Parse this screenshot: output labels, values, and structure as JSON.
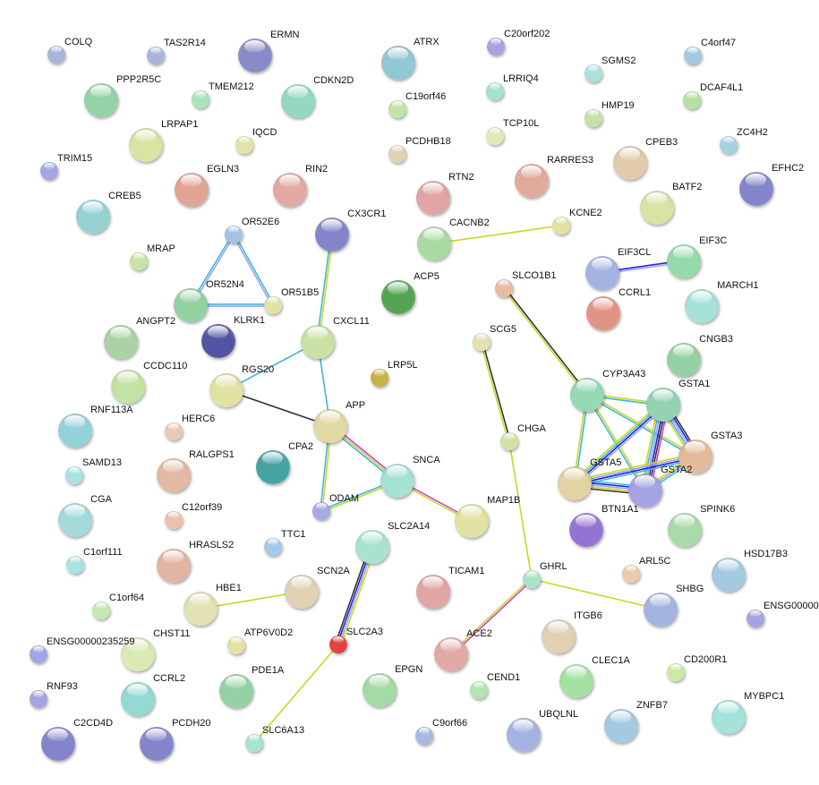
{
  "nodes": [
    {
      "id": "COLQ",
      "label": "COLQ",
      "color": "#a6b6d8"
    },
    {
      "id": "TAS2R14",
      "label": "TAS2R14",
      "color": "#a6b6d8"
    },
    {
      "id": "ERMN",
      "label": "ERMN",
      "color": "#8a8ac8"
    },
    {
      "id": "ATRX",
      "label": "ATRX",
      "color": "#90c8d4"
    },
    {
      "id": "C20orf202",
      "label": "C20orf202",
      "color": "#a4a4e0"
    },
    {
      "id": "C4orf47",
      "label": "C4orf47",
      "color": "#a4c8e2"
    },
    {
      "id": "PPP2R5C",
      "label": "PPP2R5C",
      "color": "#94d2a8"
    },
    {
      "id": "TMEM212",
      "label": "TMEM212",
      "color": "#aae2ba"
    },
    {
      "id": "CDKN2D",
      "label": "CDKN2D",
      "color": "#94d8c0"
    },
    {
      "id": "C19orf46",
      "label": "C19orf46",
      "color": "#c4e2a4"
    },
    {
      "id": "LRRIQ4",
      "label": "LRRIQ4",
      "color": "#a4e2ca"
    },
    {
      "id": "SGMS2",
      "label": "SGMS2",
      "color": "#aae2da"
    },
    {
      "id": "DCAF4L1",
      "label": "DCAF4L1",
      "color": "#b4e2a4"
    },
    {
      "id": "HMP19",
      "label": "HMP19",
      "color": "#c4e2a4"
    },
    {
      "id": "LRPAP1",
      "label": "LRPAP1",
      "color": "#dae2a4"
    },
    {
      "id": "IQCD",
      "label": "IQCD",
      "color": "#e2e2aa"
    },
    {
      "id": "TCP10L",
      "label": "TCP10L",
      "color": "#e2eab4"
    },
    {
      "id": "PCDHB18",
      "label": "PCDHB18",
      "color": "#e2d2b4"
    },
    {
      "id": "ZC4H2",
      "label": "ZC4H2",
      "color": "#a4d2e2"
    },
    {
      "id": "TRIM15",
      "label": "TRIM15",
      "color": "#a4a4e2"
    },
    {
      "id": "EGLN3",
      "label": "EGLN3",
      "color": "#e2a494"
    },
    {
      "id": "RIN2",
      "label": "RIN2",
      "color": "#e2aaa2"
    },
    {
      "id": "RTN2",
      "label": "RTN2",
      "color": "#e2a4a4"
    },
    {
      "id": "RARRES3",
      "label": "RARRES3",
      "color": "#e2aa9a"
    },
    {
      "id": "CPEB3",
      "label": "CPEB3",
      "color": "#e2caaa"
    },
    {
      "id": "EFHC2",
      "label": "EFHC2",
      "color": "#8484ca"
    },
    {
      "id": "CREB5",
      "label": "CREB5",
      "color": "#94d2d2"
    },
    {
      "id": "BATF2",
      "label": "BATF2",
      "color": "#dae2a4"
    },
    {
      "id": "CX3CR1",
      "label": "CX3CR1",
      "color": "#8484ca"
    },
    {
      "id": "OR52E6",
      "label": "OR52E6",
      "color": "#a4c2e2"
    },
    {
      "id": "CACNB2",
      "label": "CACNB2",
      "color": "#aadaa4"
    },
    {
      "id": "KCNE2",
      "label": "KCNE2",
      "color": "#e2e2a4"
    },
    {
      "id": "MRAP",
      "label": "MRAP",
      "color": "#cae2a4"
    },
    {
      "id": "EIF3CL",
      "label": "EIF3CL",
      "color": "#a4b4e2"
    },
    {
      "id": "EIF3C",
      "label": "EIF3C",
      "color": "#94daaa"
    },
    {
      "id": "ACP5",
      "label": "ACP5",
      "color": "#54a454"
    },
    {
      "id": "SLCO1B1",
      "label": "SLCO1B1",
      "color": "#eabaa4"
    },
    {
      "id": "OR52N4",
      "label": "OR52N4",
      "color": "#94d2a4"
    },
    {
      "id": "OR51B5",
      "label": "OR51B5",
      "color": "#e2e2a4"
    },
    {
      "id": "MARCH1",
      "label": "MARCH1",
      "color": "#a4e2da"
    },
    {
      "id": "CCRL1",
      "label": "CCRL1",
      "color": "#e29484"
    },
    {
      "id": "KLRK1",
      "label": "KLRK1",
      "color": "#5454a4"
    },
    {
      "id": "ANGPT2",
      "label": "ANGPT2",
      "color": "#aad2a4"
    },
    {
      "id": "CXCL11",
      "label": "CXCL11",
      "color": "#cae2a4"
    },
    {
      "id": "SCG5",
      "label": "SCG5",
      "color": "#e2e2b4"
    },
    {
      "id": "CNGB3",
      "label": "CNGB3",
      "color": "#94d2a4"
    },
    {
      "id": "LRP5L",
      "label": "LRP5L",
      "color": "#c4b444"
    },
    {
      "id": "RGS20",
      "label": "RGS20",
      "color": "#e2e2a4"
    },
    {
      "id": "CCDC110",
      "label": "CCDC110",
      "color": "#c4e2a4"
    },
    {
      "id": "CYP3A43",
      "label": "CYP3A43",
      "color": "#94dab4"
    },
    {
      "id": "GSTA1",
      "label": "GSTA1",
      "color": "#94d2b4"
    },
    {
      "id": "RNF113A",
      "label": "RNF113A",
      "color": "#94d2da"
    },
    {
      "id": "HERC6",
      "label": "HERC6",
      "color": "#eacab4"
    },
    {
      "id": "APP",
      "label": "APP",
      "color": "#e2daa4"
    },
    {
      "id": "CHGA",
      "label": "CHGA",
      "color": "#d2e2a4"
    },
    {
      "id": "GSTA3",
      "label": "GSTA3",
      "color": "#e2ba9a"
    },
    {
      "id": "CPA2",
      "label": "CPA2",
      "color": "#44a4a4"
    },
    {
      "id": "SAMD13",
      "label": "SAMD13",
      "color": "#aae2e2"
    },
    {
      "id": "RALGPS1",
      "label": "RALGPS1",
      "color": "#e2baa4"
    },
    {
      "id": "SNCA",
      "label": "SNCA",
      "color": "#a4e2d2"
    },
    {
      "id": "GSTA5",
      "label": "GSTA5",
      "color": "#e2d2a4"
    },
    {
      "id": "GSTA2",
      "label": "GSTA2",
      "color": "#a4a4e2"
    },
    {
      "id": "CGA",
      "label": "CGA",
      "color": "#a4dada"
    },
    {
      "id": "ODAM",
      "label": "ODAM",
      "color": "#a4aae2"
    },
    {
      "id": "MAP1B",
      "label": "MAP1B",
      "color": "#e2e2a4"
    },
    {
      "id": "BTN1A1",
      "label": "BTN1A1",
      "color": "#9474d2"
    },
    {
      "id": "SPINK6",
      "label": "SPINK6",
      "color": "#aadaaa"
    },
    {
      "id": "C12orf39",
      "label": "C12orf39",
      "color": "#eac2aa"
    },
    {
      "id": "TTC1",
      "label": "TTC1",
      "color": "#a4cae8"
    },
    {
      "id": "SLC2A14",
      "label": "SLC2A14",
      "color": "#aae2d2"
    },
    {
      "id": "C1orf111",
      "label": "C1orf111",
      "color": "#aae2e2"
    },
    {
      "id": "HRASLS2",
      "label": "HRASLS2",
      "color": "#e2b4a4"
    },
    {
      "id": "TICAM1",
      "label": "TICAM1",
      "color": "#e2a4a4"
    },
    {
      "id": "GHRL",
      "label": "GHRL",
      "color": "#aae2ca"
    },
    {
      "id": "ARL5C",
      "label": "ARL5C",
      "color": "#eacaaa"
    },
    {
      "id": "HSD17B3",
      "label": "HSD17B3",
      "color": "#a4cae2"
    },
    {
      "id": "SCN2A",
      "label": "SCN2A",
      "color": "#e2d2b4"
    },
    {
      "id": "HBE1",
      "label": "HBE1",
      "color": "#e2e2b4"
    },
    {
      "id": "C1orf64",
      "label": "C1orf64",
      "color": "#c4eab4"
    },
    {
      "id": "ENSG00000",
      "label": "ENSG00000",
      "color": "#a4a4e2"
    },
    {
      "id": "SHBG",
      "label": "SHBG",
      "color": "#a4b4e2"
    },
    {
      "id": "ITGB6",
      "label": "ITGB6",
      "color": "#e2d2b4"
    },
    {
      "id": "ATP6V0D2",
      "label": "ATP6V0D2",
      "color": "#e2e2a4"
    },
    {
      "id": "SLC2A3",
      "label": "SLC2A3",
      "color": "#e24444"
    },
    {
      "id": "ENSG00000235259",
      "label": "ENSG00000235259",
      "color": "#a4a4e2"
    },
    {
      "id": "CHST11",
      "label": "CHST11",
      "color": "#daeab4"
    },
    {
      "id": "ACE2",
      "label": "ACE2",
      "color": "#e2aaa4"
    },
    {
      "id": "CLEC1A",
      "label": "CLEC1A",
      "color": "#a4e2a4"
    },
    {
      "id": "CD200R1",
      "label": "CD200R1",
      "color": "#caeaa4"
    },
    {
      "id": "CCRL2",
      "label": "CCRL2",
      "color": "#94dad2"
    },
    {
      "id": "RNF93",
      "label": "RNF93",
      "color": "#a4a4e2"
    },
    {
      "id": "PDE1A",
      "label": "PDE1A",
      "color": "#94d2a4"
    },
    {
      "id": "EPGN",
      "label": "EPGN",
      "color": "#a4daa4"
    },
    {
      "id": "CEND1",
      "label": "CEND1",
      "color": "#b4e2b4"
    },
    {
      "id": "MYBPC1",
      "label": "MYBPC1",
      "color": "#a4e2da"
    },
    {
      "id": "UBQLNL",
      "label": "UBQLNL",
      "color": "#a4b4e2"
    },
    {
      "id": "ZNFB7",
      "label": "ZNFB7",
      "color": "#a4cae2"
    },
    {
      "id": "C2CD4D",
      "label": "C2CD4D",
      "color": "#8484ca"
    },
    {
      "id": "PCDH20",
      "label": "PCDH20",
      "color": "#8484ca"
    },
    {
      "id": "SLC6A13",
      "label": "SLC6A13",
      "color": "#aae2d2"
    },
    {
      "id": "C9orf66",
      "label": "C9orf66",
      "color": "#a4bae2"
    }
  ],
  "edge_colors": {
    "textmining": "#c8d820",
    "database": "#3cb8d8",
    "coexpression": "#333333",
    "experiments": "#d040d0",
    "homology": "#a0a0f0",
    "fusion": "#2020e0"
  },
  "edges": [
    {
      "a": "OR52E6",
      "b": "OR52N4",
      "types": [
        "homology",
        "database"
      ]
    },
    {
      "a": "OR52E6",
      "b": "OR51B5",
      "types": [
        "database",
        "homology"
      ]
    },
    {
      "a": "OR52N4",
      "b": "OR51B5",
      "types": [
        "database",
        "homology"
      ]
    },
    {
      "a": "CX3CR1",
      "b": "CXCL11",
      "types": [
        "textmining",
        "database"
      ]
    },
    {
      "a": "CXCL11",
      "b": "RGS20",
      "types": [
        "database"
      ]
    },
    {
      "a": "CXCL11",
      "b": "APP",
      "types": [
        "database"
      ]
    },
    {
      "a": "RGS20",
      "b": "APP",
      "types": [
        "coexpression"
      ]
    },
    {
      "a": "APP",
      "b": "SNCA",
      "types": [
        "experiments",
        "textmining",
        "database"
      ]
    },
    {
      "a": "APP",
      "b": "ODAM",
      "types": [
        "textmining",
        "database"
      ]
    },
    {
      "a": "SNCA",
      "b": "ODAM",
      "types": [
        "textmining",
        "database"
      ]
    },
    {
      "a": "SNCA",
      "b": "MAP1B",
      "types": [
        "experiments",
        "textmining"
      ]
    },
    {
      "a": "CACNB2",
      "b": "KCNE2",
      "types": [
        "textmining"
      ]
    },
    {
      "a": "EIF3CL",
      "b": "EIF3C",
      "types": [
        "fusion",
        "homology"
      ]
    },
    {
      "a": "SLCO1B1",
      "b": "CYP3A43",
      "types": [
        "coexpression",
        "textmining"
      ]
    },
    {
      "a": "SCG5",
      "b": "CHGA",
      "types": [
        "coexpression",
        "textmining"
      ]
    },
    {
      "a": "CHGA",
      "b": "GHRL",
      "types": [
        "textmining"
      ]
    },
    {
      "a": "GHRL",
      "b": "ACE2",
      "types": [
        "experiments",
        "textmining"
      ]
    },
    {
      "a": "GHRL",
      "b": "SHBG",
      "types": [
        "textmining"
      ]
    },
    {
      "a": "SLC2A14",
      "b": "SLC2A3",
      "types": [
        "textmining",
        "homology",
        "fusion",
        "coexpression"
      ]
    },
    {
      "a": "SLC2A3",
      "b": "SLC6A13",
      "types": [
        "textmining"
      ]
    },
    {
      "a": "HBE1",
      "b": "SCN2A",
      "types": [
        "textmining"
      ]
    },
    {
      "a": "CYP3A43",
      "b": "GSTA1",
      "types": [
        "textmining",
        "database"
      ]
    },
    {
      "a": "CYP3A43",
      "b": "GSTA5",
      "types": [
        "database",
        "textmining"
      ]
    },
    {
      "a": "CYP3A43",
      "b": "GSTA2",
      "types": [
        "textmining",
        "database"
      ]
    },
    {
      "a": "CYP3A43",
      "b": "GSTA3",
      "types": [
        "textmining",
        "database"
      ]
    },
    {
      "a": "GSTA1",
      "b": "GSTA3",
      "types": [
        "coexpression",
        "fusion",
        "homology",
        "database",
        "textmining"
      ]
    },
    {
      "a": "GSTA1",
      "b": "GSTA5",
      "types": [
        "homology",
        "fusion",
        "database",
        "textmining"
      ]
    },
    {
      "a": "GSTA1",
      "b": "GSTA2",
      "types": [
        "experiments",
        "coexpression",
        "fusion",
        "homology",
        "database",
        "textmining"
      ]
    },
    {
      "a": "GSTA3",
      "b": "GSTA5",
      "types": [
        "database",
        "fusion",
        "homology",
        "textmining"
      ]
    },
    {
      "a": "GSTA3",
      "b": "GSTA2",
      "types": [
        "database",
        "homology",
        "textmining"
      ]
    },
    {
      "a": "GSTA5",
      "b": "GSTA2",
      "types": [
        "database",
        "fusion",
        "homology",
        "textmining",
        "coexpression"
      ]
    }
  ]
}
